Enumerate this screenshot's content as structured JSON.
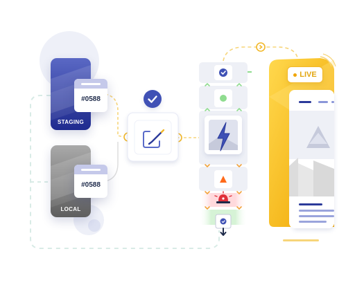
{
  "environments": [
    {
      "label": "STAGING",
      "tag": "#0588"
    },
    {
      "label": "LOCAL",
      "tag": "#0588"
    }
  ],
  "live_label": "LIVE",
  "icons": {
    "approve": "check-circle-icon",
    "edit": "pencil-edit-icon",
    "deploy": "lightning-bolt-icon",
    "warning": "warning-triangle-icon",
    "alert": "siren-alert-icon",
    "rollback": "download-arrow-icon"
  },
  "colors": {
    "staging": "#2e3a9c",
    "local": "#707070",
    "accent": "#f2b829",
    "check": "#3f51b5",
    "success": "#8fdc8f",
    "warning": "#ff6a1a",
    "alert": "#e0303a",
    "dashed_line": "#d8ebe6"
  }
}
